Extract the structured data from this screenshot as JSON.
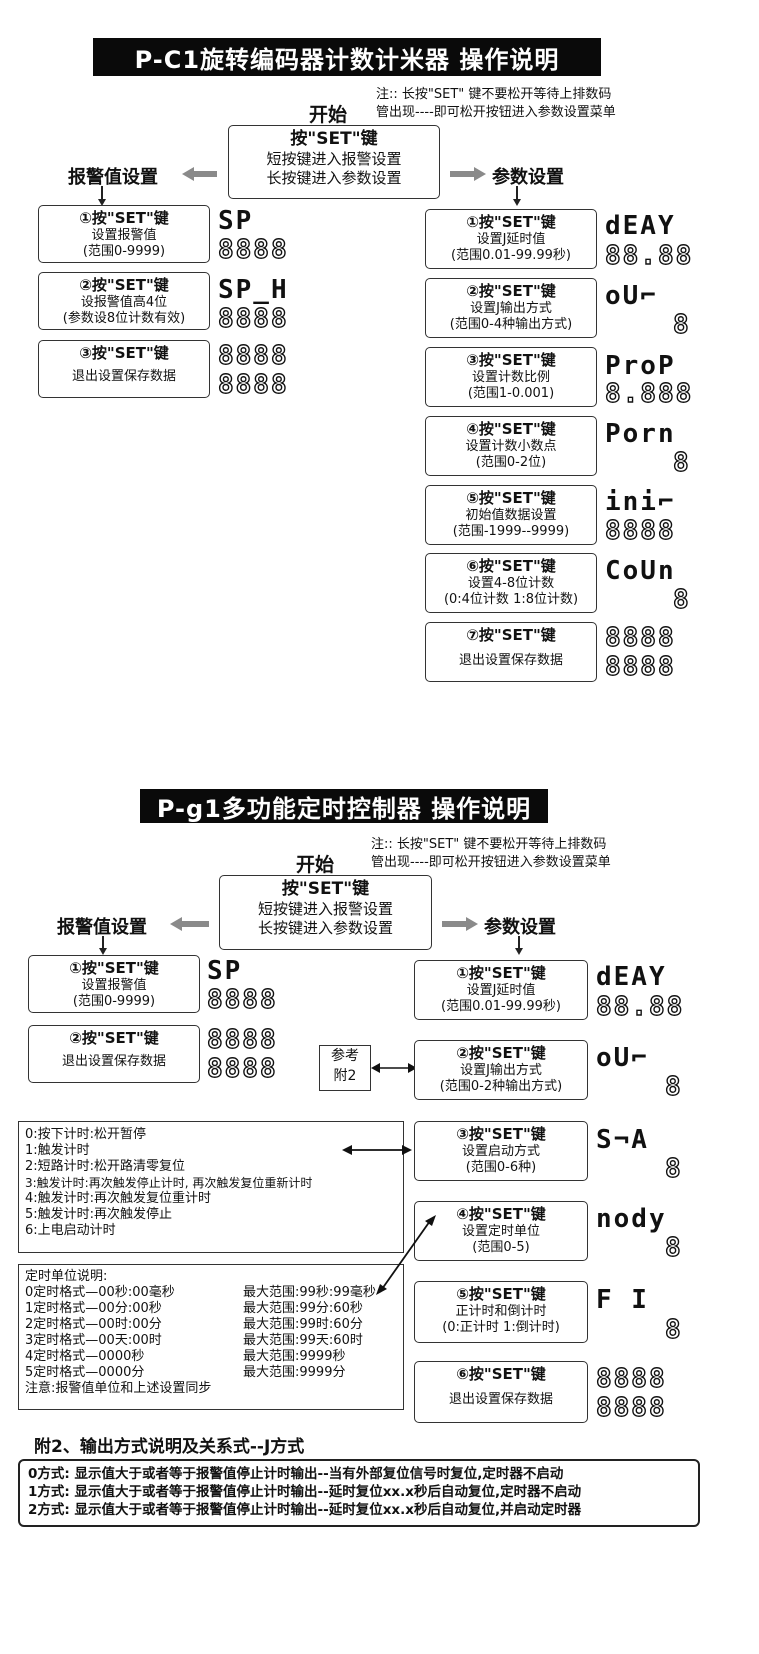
{
  "pc1": {
    "title": "P-C1旋转编码器计数计米器 操作说明",
    "note": [
      "注:: 长按\"SET\" 键不要松开等待上排数码",
      "管出现----即可松开按钮进入参数设置菜单"
    ],
    "start": "开始",
    "center": {
      "title": "按\"SET\"键",
      "lines": [
        "短按键进入报警设置",
        "长按键进入参数设置"
      ]
    },
    "left_heading": "报警值设置",
    "right_heading": "参数设置",
    "left_items": [
      {
        "title": "①按\"SET\"键",
        "lines": [
          "设置报警值",
          "(范围0-9999)"
        ],
        "top": "SP",
        "bottom": "8888"
      },
      {
        "title": "②按\"SET\"键",
        "lines": [
          "设报警值高4位",
          "(参数设8位计数有效)"
        ],
        "top": "SP_H",
        "bottom": "8888"
      },
      {
        "title": "③按\"SET\"键",
        "lines": [
          "退出设置保存数据"
        ],
        "top": "8888",
        "bottom": "8888"
      }
    ],
    "right_items": [
      {
        "title": "①按\"SET\"键",
        "lines": [
          "设置J延时值",
          "(范围0.01-99.99秒)"
        ],
        "top": "dEAY",
        "bottom": "88.88"
      },
      {
        "title": "②按\"SET\"键",
        "lines": [
          "设置J输出方式",
          "(范围0-4种输出方式)"
        ],
        "top": "oU⌐",
        "bottom": "8"
      },
      {
        "title": "③按\"SET\"键",
        "lines": [
          "设置计数比例",
          "(范围1-0.001)"
        ],
        "top": "ProP",
        "bottom": "8.888"
      },
      {
        "title": "④按\"SET\"键",
        "lines": [
          "设置计数小数点",
          "(范围0-2位)"
        ],
        "top": "Porn",
        "bottom": "8"
      },
      {
        "title": "⑤按\"SET\"键",
        "lines": [
          "初始值数据设置",
          "(范围-1999--9999)"
        ],
        "top": "ini⌐",
        "bottom": "8888"
      },
      {
        "title": "⑥按\"SET\"键",
        "lines": [
          "设置4-8位计数",
          "(0:4位计数   1:8位计数)"
        ],
        "top": "CoUn",
        "bottom": "8"
      },
      {
        "title": "⑦按\"SET\"键",
        "lines": [
          "退出设置保存数据"
        ],
        "top": "8888",
        "bottom": "8888"
      }
    ]
  },
  "pg1": {
    "title": "P-g1多功能定时控制器 操作说明",
    "note": [
      "注:: 长按\"SET\" 键不要松开等待上排数码",
      "管出现----即可松开按钮进入参数设置菜单"
    ],
    "start": "开始",
    "center": {
      "title": "按\"SET\"键",
      "lines": [
        "短按键进入报警设置",
        "长按键进入参数设置"
      ]
    },
    "left_heading": "报警值设置",
    "right_heading": "参数设置",
    "left_items": [
      {
        "title": "①按\"SET\"键",
        "lines": [
          "设置报警值",
          "(范围0-9999)"
        ],
        "top": "SP",
        "bottom": "8888"
      },
      {
        "title": "②按\"SET\"键",
        "lines": [
          "退出设置保存数据"
        ],
        "top": "8888",
        "bottom": "8888"
      }
    ],
    "ref": [
      "参考",
      "附2"
    ],
    "right_items": [
      {
        "title": "①按\"SET\"键",
        "lines": [
          "设置J延时值",
          "(范围0.01-99.99秒)"
        ],
        "top": "dEAY",
        "bottom": "88.88"
      },
      {
        "title": "②按\"SET\"键",
        "lines": [
          "设置J输出方式",
          "(范围0-2种输出方式)"
        ],
        "top": "oU⌐",
        "bottom": "8"
      },
      {
        "title": "③按\"SET\"键",
        "lines": [
          "设置启动方式",
          "(范围0-6种)"
        ],
        "top": "S¬A",
        "bottom": "8"
      },
      {
        "title": "④按\"SET\"键",
        "lines": [
          "设置定时单位",
          "(范围0-5)"
        ],
        "top": "nody",
        "bottom": "8"
      },
      {
        "title": "⑤按\"SET\"键",
        "lines": [
          "正计时和倒计时",
          "(0:正计时 1:倒计时)"
        ],
        "top": "F I",
        "bottom": "8"
      },
      {
        "title": "⑥按\"SET\"键",
        "lines": [
          "退出设置保存数据"
        ],
        "top": "8888",
        "bottom": "8888"
      }
    ],
    "start_modes": [
      "0:按下计时:松开暂停",
      "1:触发计时",
      "2:短路计时:松开路清零复位",
      "3:触发计时:再次触发停止计时, 再次触发复位重新计时",
      "4:触发计时:再次触发复位重计时",
      "5:触发计时:再次触发停止",
      "6:上电启动计时"
    ],
    "units": {
      "heading": "定时单位说明:",
      "rows": [
        [
          "0定时格式—00秒:00毫秒",
          "最大范围:99秒:99毫秒"
        ],
        [
          "1定时格式—00分:00秒",
          "最大范围:99分:60秒"
        ],
        [
          "2定时格式—00时:00分",
          "最大范围:99时:60分"
        ],
        [
          "3定时格式—00天:00时",
          "最大范围:99天:60时"
        ],
        [
          "4定时格式—0000秒",
          "最大范围:9999秒"
        ],
        [
          "5定时格式—0000分",
          "最大范围:9999分"
        ]
      ],
      "footer": "注意:报警值单位和上述设置同步"
    },
    "appendix_title": "附2、输出方式说明及关系式--J方式",
    "appendix": [
      "0方式: 显示值大于或者等于报警值停止计时输出--当有外部复位信号时复位,定时器不启动",
      "1方式: 显示值大于或者等于报警值停止计时输出--延时复位xx.x秒后自动复位,定时器不启动",
      "2方式: 显示值大于或者等于报警值停止计时输出--延时复位xx.x秒后自动复位,并启动定时器"
    ]
  }
}
